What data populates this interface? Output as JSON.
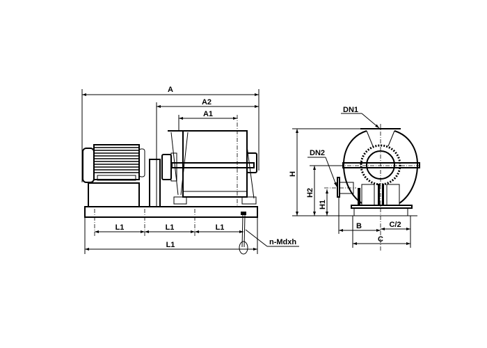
{
  "drawing": {
    "side_view": {
      "dimensions": {
        "overall_length": "A",
        "length_a2": "A2",
        "length_a1": "A1",
        "base_spacing": [
          "L1",
          "L1",
          "L1"
        ],
        "base_total": "L1",
        "anchor_bolts": "n-Mdxh"
      }
    },
    "end_view": {
      "dimensions": {
        "inlet": "DN1",
        "outlet": "DN2",
        "height": "H",
        "height_h2": "H2",
        "height_h1": "H1",
        "width_b": "B",
        "half_width": "C/2",
        "width_c": "C"
      }
    }
  }
}
